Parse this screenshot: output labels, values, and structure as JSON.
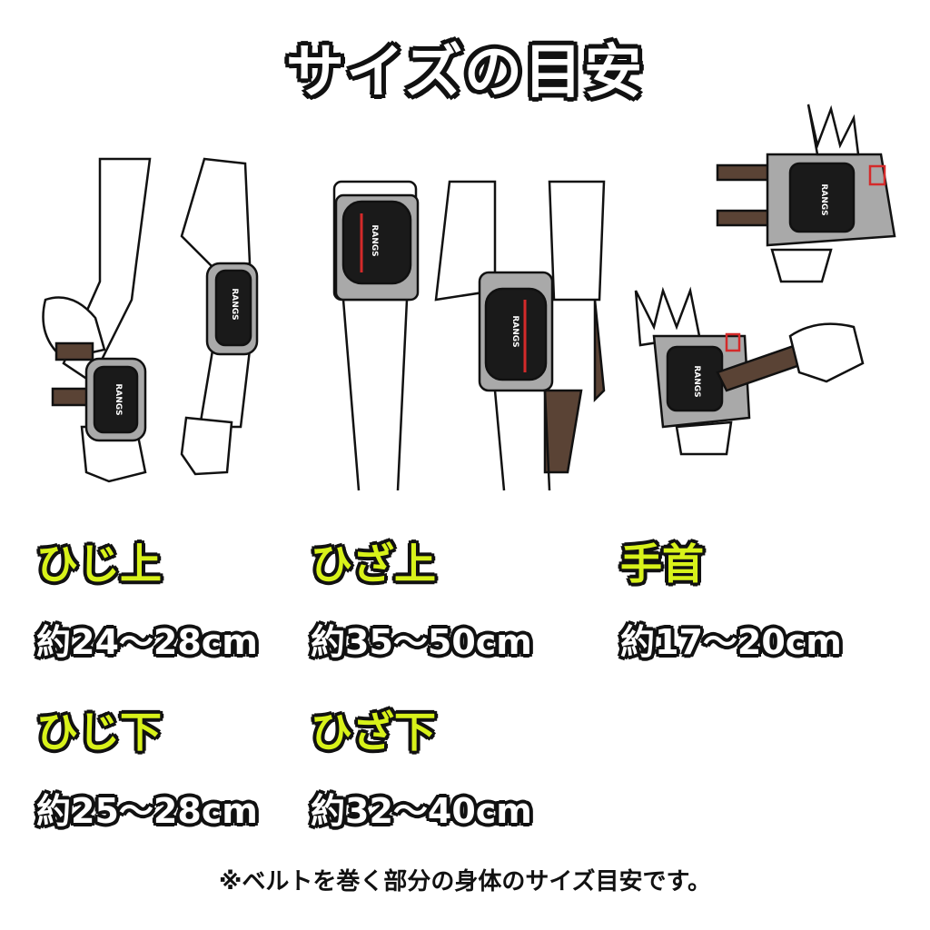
{
  "title": "サイズの目安",
  "brand": "RANGS",
  "sizes": [
    {
      "part": "ひじ上",
      "range": "約24～28cm"
    },
    {
      "part": "ひざ上",
      "range": "約35～50cm"
    },
    {
      "part": "手首",
      "range": "約17～20cm"
    },
    {
      "part": "ひじ下",
      "range": "約25～28cm"
    },
    {
      "part": "ひざ下",
      "range": "約32～40cm"
    }
  ],
  "note": "※ベルトを巻く部分の身体のサイズ目安です。",
  "colors": {
    "label_accent": "#d8f21a",
    "pad_gray": "#a9a9a9",
    "pad_black": "#1a1a1a",
    "strap_brown": "#5a4335",
    "brand_red": "#d42a2a"
  }
}
